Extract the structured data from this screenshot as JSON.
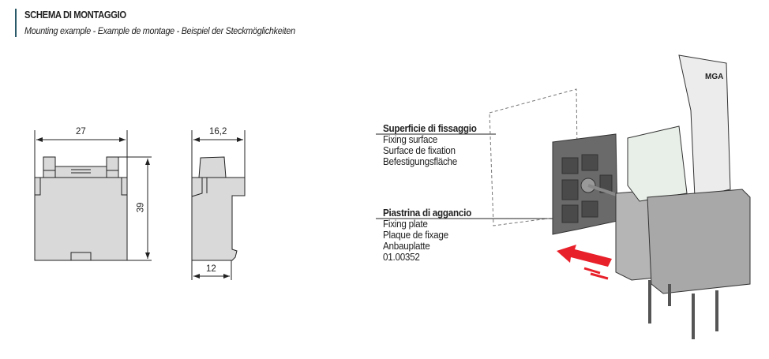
{
  "header": {
    "title": "SCHEMA DI MONTAGGIO",
    "subtitle": "Mounting example - Example de montage - Beispiel der Steckmöglichkeiten",
    "accent_color": "#2a5a6a"
  },
  "front_view": {
    "width_label": "27",
    "height_label": "39"
  },
  "side_view": {
    "width_label": "16,2",
    "base_label": "12"
  },
  "callouts": [
    {
      "title": "Superficie di fissaggio",
      "lines": [
        "Fixing surface",
        "Surface de fixation",
        "Befestigungsfläche"
      ]
    },
    {
      "title": "Piastrina di aggancio",
      "lines": [
        "Fixing plate",
        "Plaque de fixage",
        "Anbauplatte",
        "01.00352"
      ]
    }
  ],
  "illustration": {
    "logo": "MGA",
    "arrow_color": "#e8202a"
  }
}
